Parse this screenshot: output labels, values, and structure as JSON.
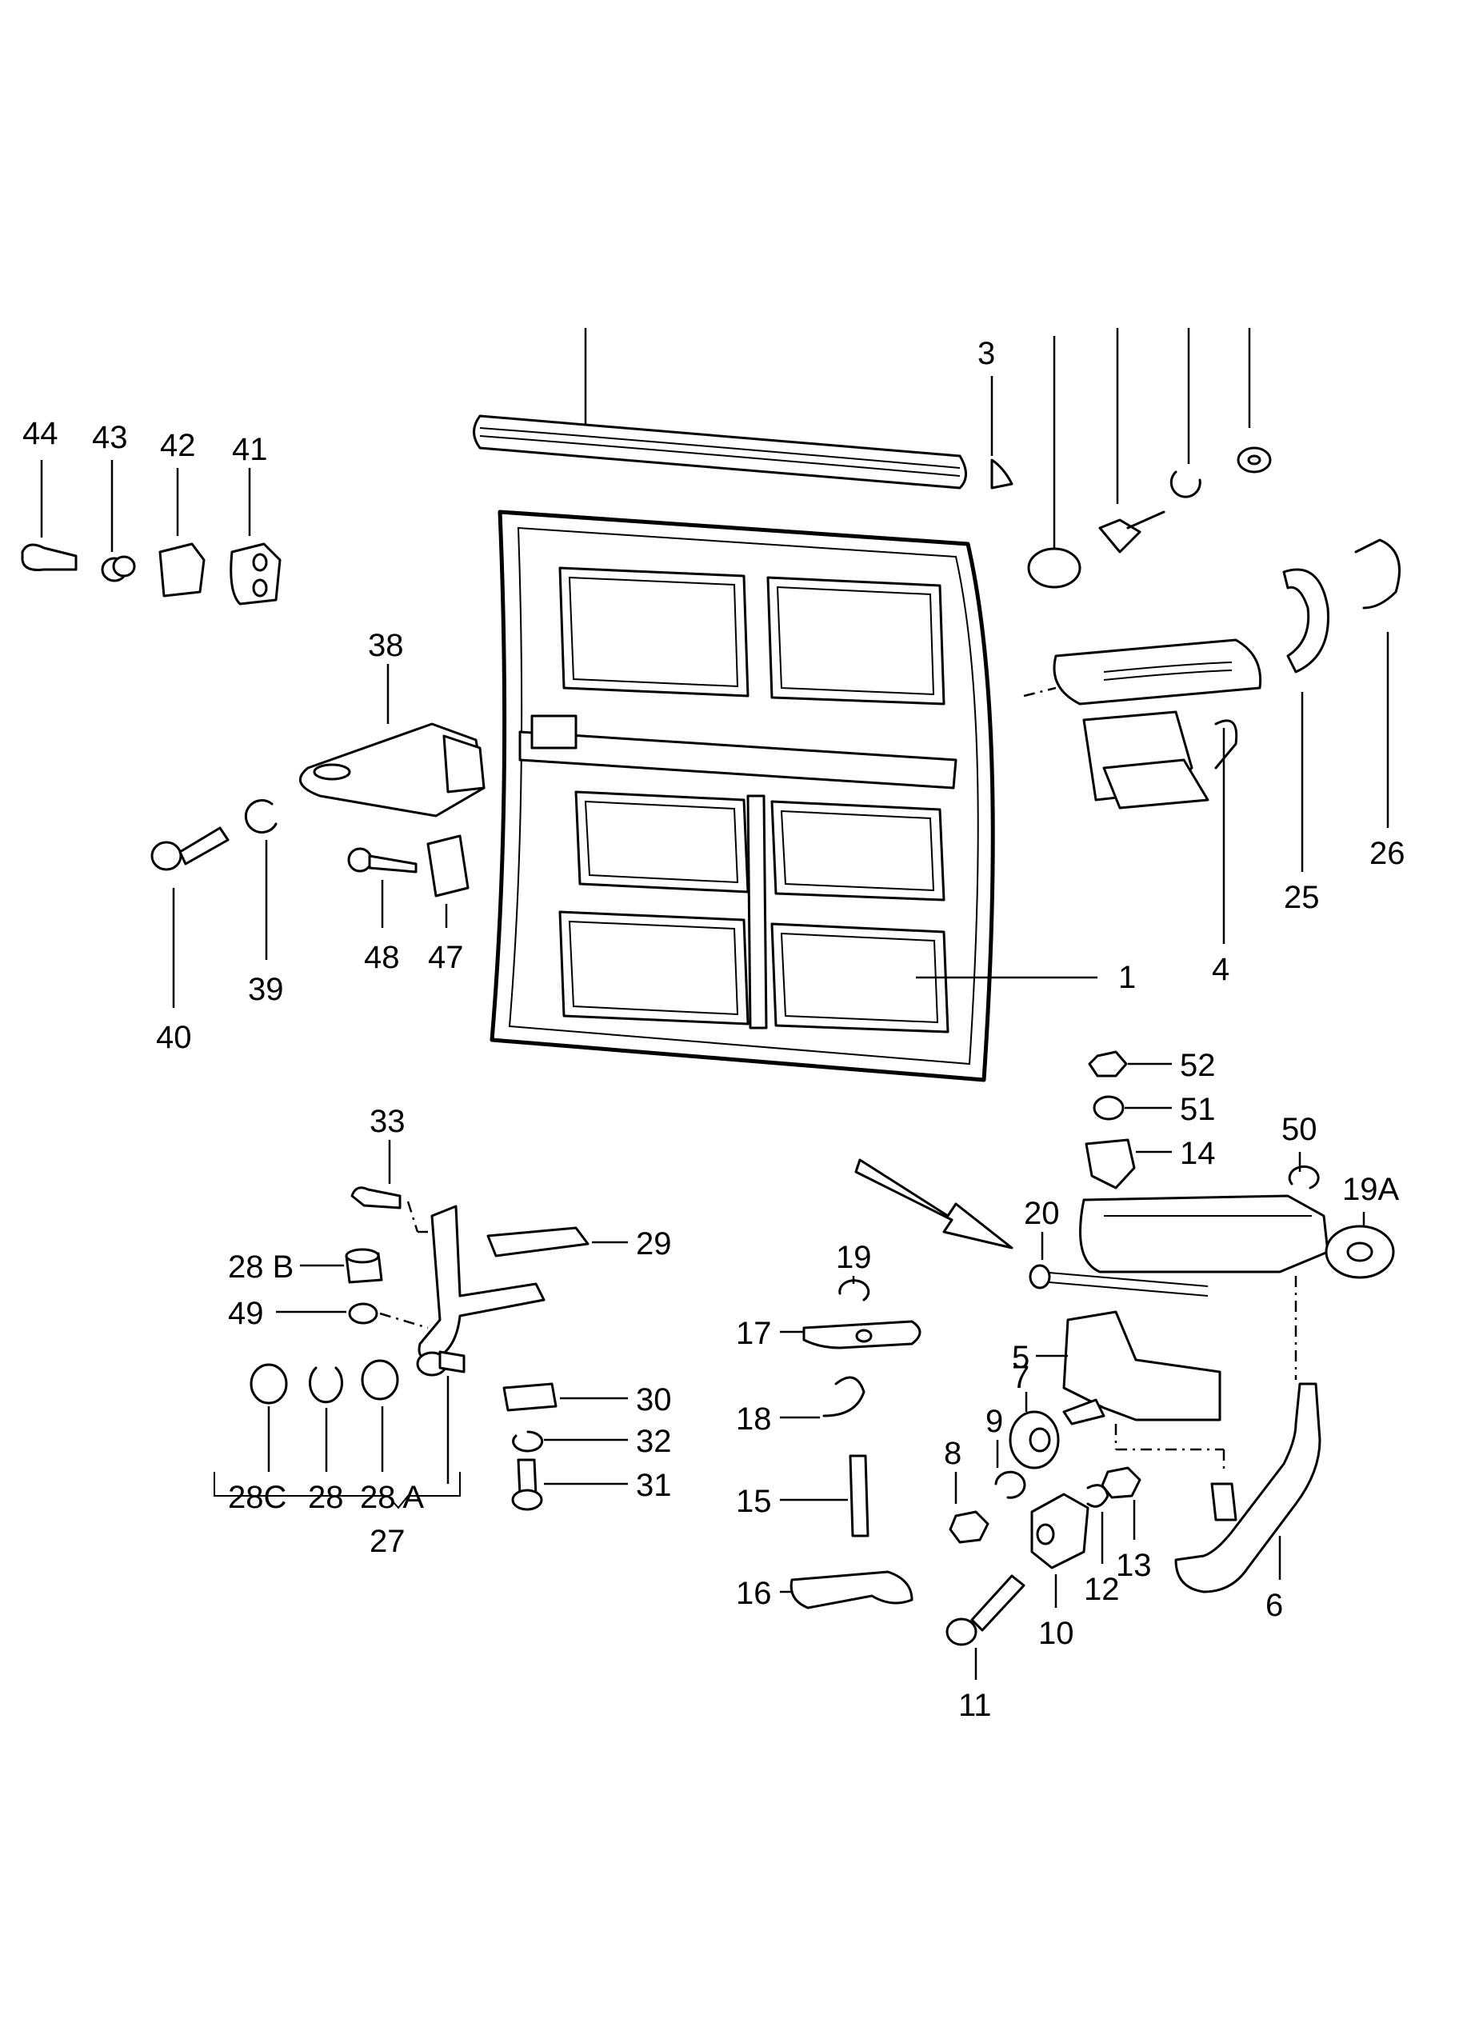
{
  "diagram": {
    "labels": {
      "p1": "1",
      "p3": "3",
      "p4": "4",
      "p5": "5",
      "p6": "6",
      "p7": "7",
      "p8": "8",
      "p9": "9",
      "p10": "10",
      "p11": "11",
      "p12": "12",
      "p13": "13",
      "p14": "14",
      "p15": "15",
      "p16": "16",
      "p17": "17",
      "p18": "18",
      "p19": "19",
      "p19a": "19A",
      "p20": "20",
      "p25": "25",
      "p26": "26",
      "p27": "27",
      "p28": "28",
      "p28a": "28 A",
      "p28b": "28 B",
      "p28c": "28C",
      "p29": "29",
      "p30": "30",
      "p31": "31",
      "p32": "32",
      "p33": "33",
      "p38": "38",
      "p39": "39",
      "p40": "40",
      "p41": "41",
      "p42": "42",
      "p43": "43",
      "p44": "44",
      "p47": "47",
      "p48": "48",
      "p49": "49",
      "p50": "50",
      "p51": "51",
      "p52": "52"
    }
  }
}
